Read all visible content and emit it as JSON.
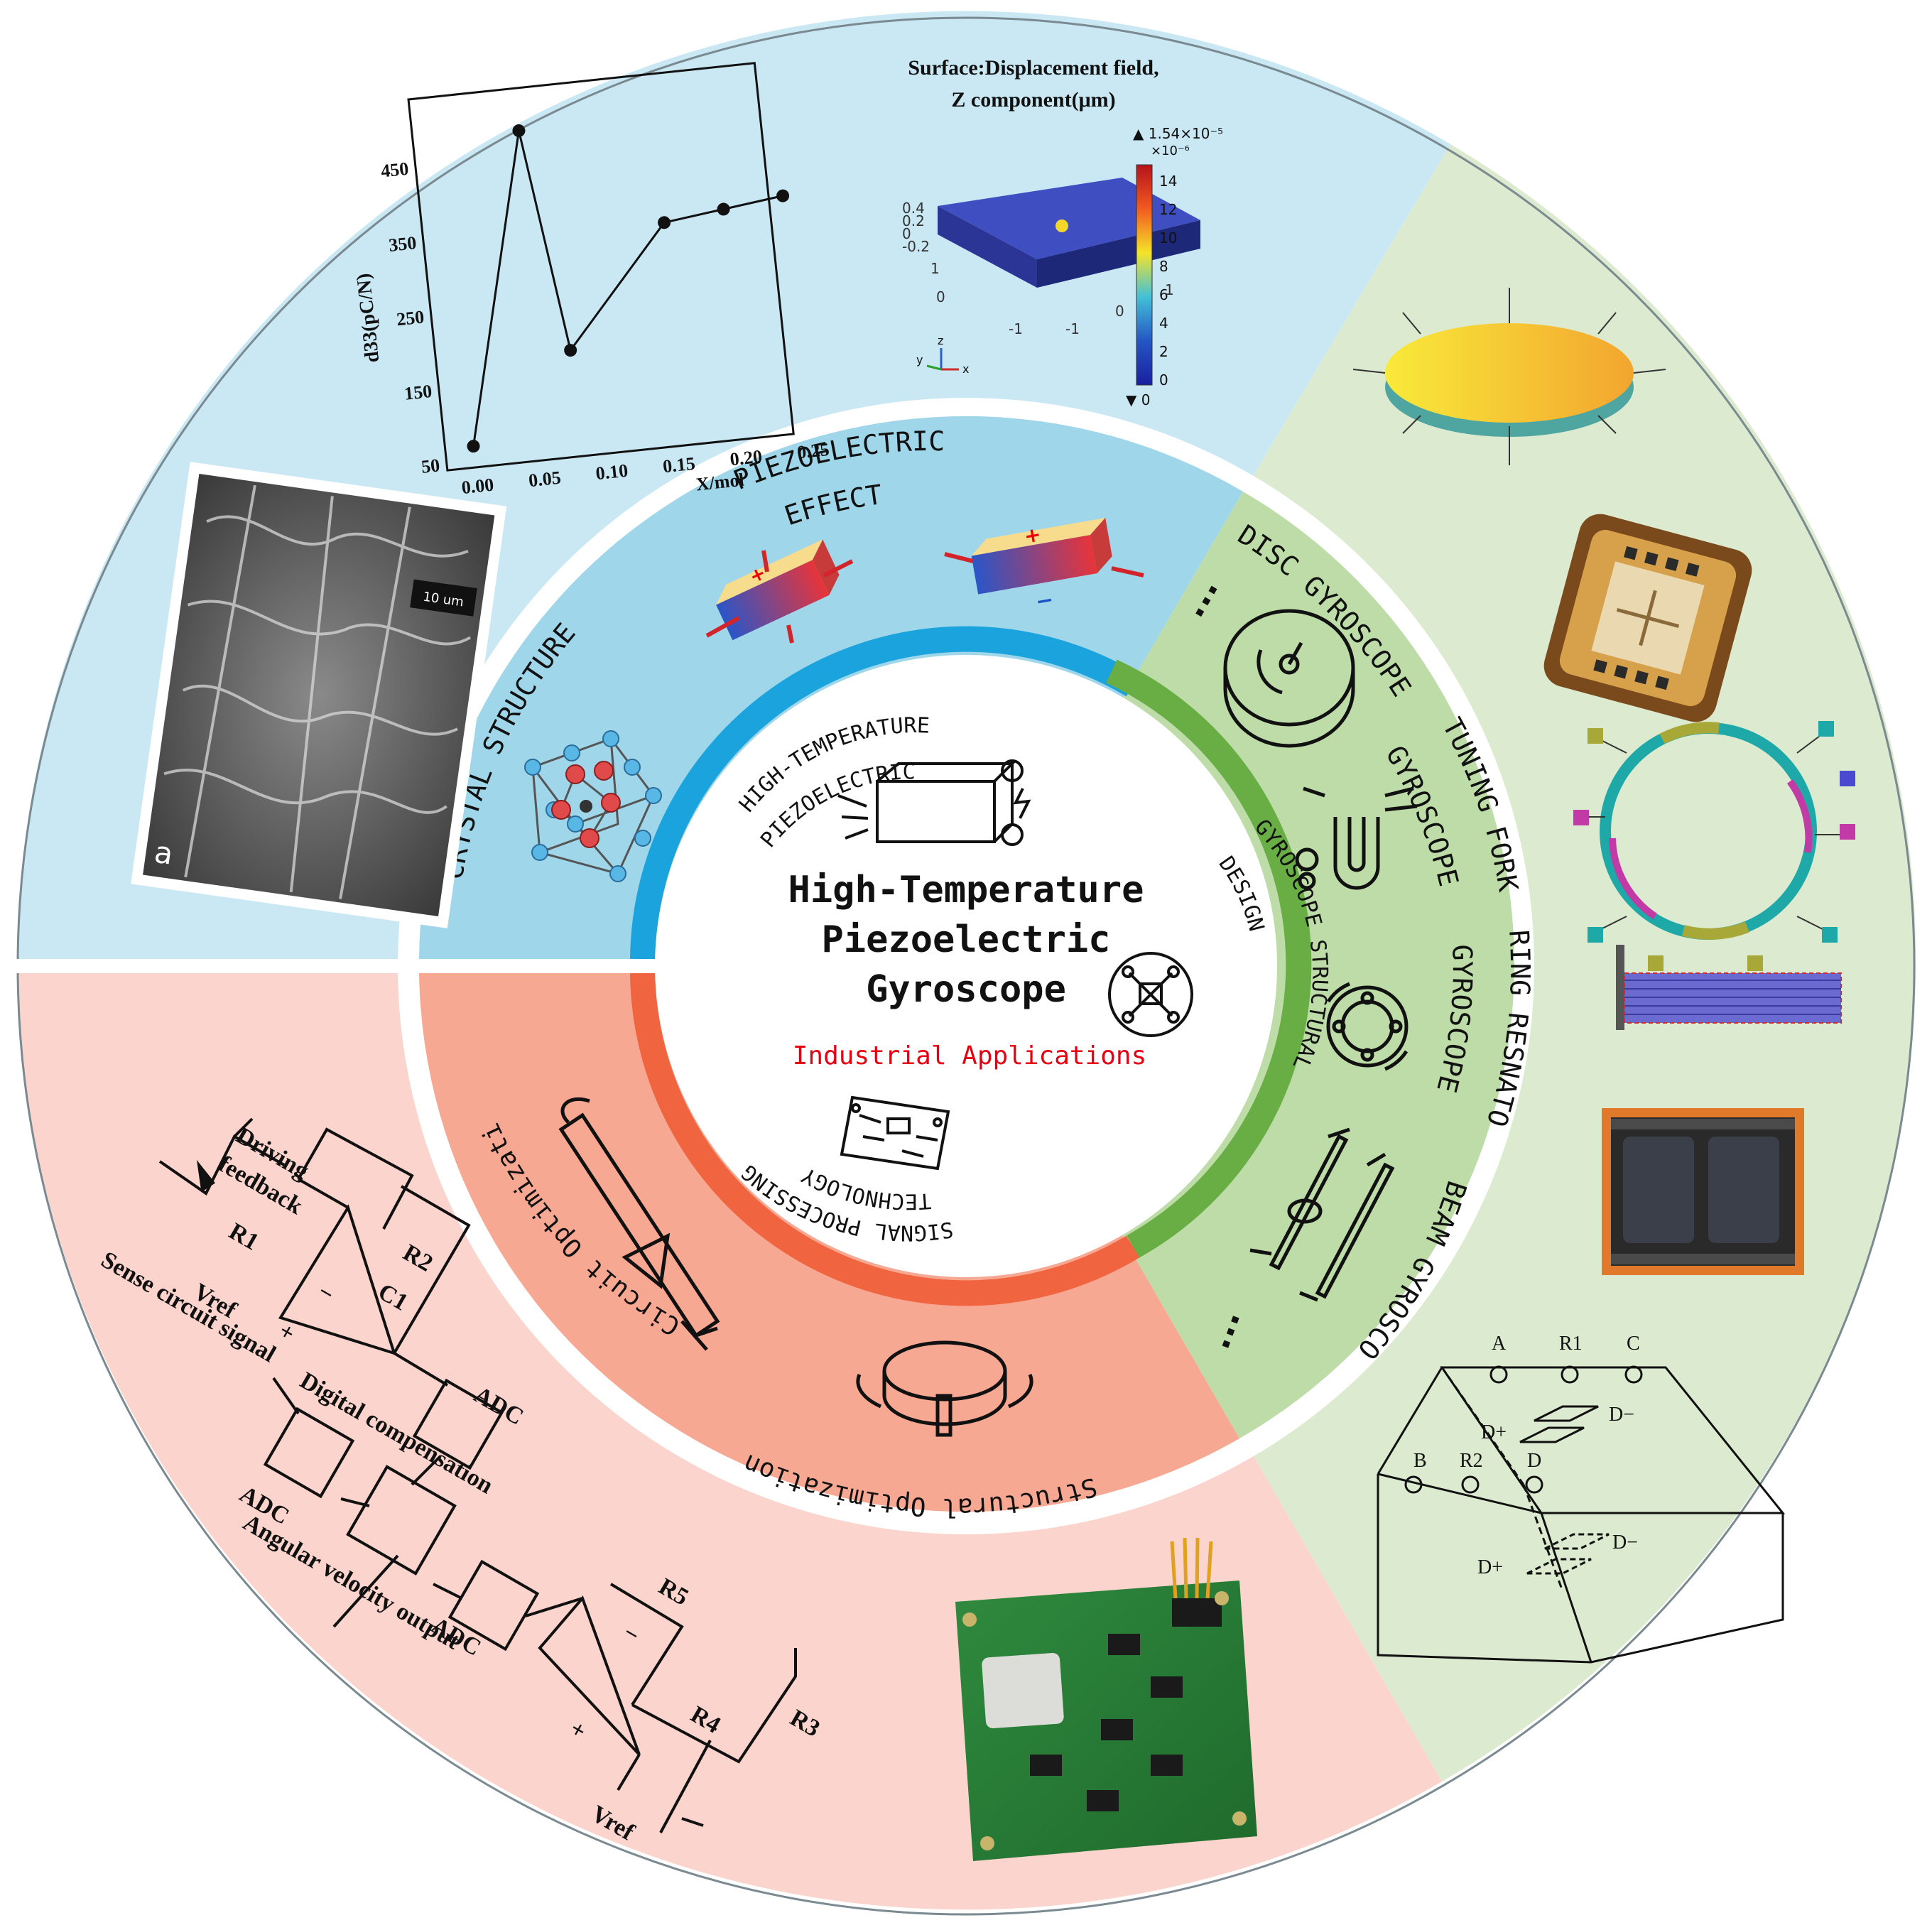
{
  "center": {
    "title_lines": [
      "High-Temperature",
      "Piezoelectric",
      "Gyroscope"
    ],
    "subtitle": "Industrial Applications",
    "subtitle_color": "#e60012"
  },
  "colors": {
    "blue_outer": "#c9e8f4",
    "blue_mid": "#9fd6ea",
    "blue_ring": "#1aa3dc",
    "green_outer": "#dcebcf",
    "green_mid": "#bedca8",
    "green_ring": "#69ad45",
    "red_outer": "#fbd5cd",
    "red_mid": "#f7a892",
    "red_ring": "#f0643f"
  },
  "inner_ring": {
    "high_temp_line1": "HIGH-TEMPERATURE",
    "high_temp_line2": "PIEZOELECTRIC",
    "gyro_line1": "GYROSCOPE STRUCTURAL",
    "gyro_line2": "DESIGN",
    "signal_line1": "SIGNAL PROCESSING",
    "signal_line2": "TECHNOLOGY"
  },
  "middle_ring": {
    "piezo_line1": "PIEZOELECTRIC",
    "piezo_line2": "EFFECT",
    "crystal": "CRYSTAL STRUCTURE",
    "disc": "DISC GYROSCOPE",
    "tuning_line1": "TUNING FORK",
    "tuning_line2": "GYROSCOPE",
    "ring_line1": "RING RESNATOR",
    "ring_line2": "GYROSCOPE",
    "beam": "BEAM GYROSCOPE",
    "ellipsis": "...",
    "circuit_opt": "Circuit Optimization",
    "structural_opt": "Structural Optimization"
  },
  "d33_chart": {
    "ylabel": "d33(pC/N)",
    "xlabel": "X/mol",
    "y_ticks": [
      "50",
      "150",
      "250",
      "350",
      "450"
    ],
    "x_ticks": [
      "0.00",
      "0.05",
      "0.10",
      "0.15",
      "0.20",
      "0.25"
    ]
  },
  "sem": {
    "scale_label": "10 um",
    "panel_label": "a"
  },
  "fem": {
    "title_line1": "Surface:Displacement field,",
    "title_line2": "Z component(μm)",
    "max_label": "▲ 1.54×10⁻⁵",
    "exp_label": "×10⁻⁶",
    "min_label": "▼ 0",
    "colorbar_ticks": [
      "14",
      "12",
      "10",
      "8",
      "6",
      "4",
      "2",
      "0"
    ],
    "z_ticks": [
      "0.4",
      "0.2",
      "0",
      "-0.2"
    ],
    "axis_ticks": [
      "1",
      "0",
      "-1",
      "-1",
      "0",
      "1"
    ],
    "triad": [
      "z",
      "y",
      "x"
    ]
  },
  "circuit": {
    "driving_feedback_line1": "Driving",
    "driving_feedback_line2": "feedback",
    "r1": "R1",
    "r2": "R2",
    "c1": "C1",
    "vref_top": "Vref",
    "adc_top": "ADC",
    "sense": "Sense circuit signal",
    "digital": "Digital compensation",
    "adc_left": "ADC",
    "angular": "Angular velocity output",
    "adc_mid": "ADC",
    "r5": "R5",
    "r4": "R4",
    "r3": "R3",
    "vref_bottom": "Vref",
    "minus": "−",
    "plus": "+"
  },
  "crystal_cut": {
    "A": "A",
    "R1": "R1",
    "C": "C",
    "B": "B",
    "R2": "R2",
    "D": "D",
    "Dminus": "D−",
    "Dplus": "D+"
  },
  "effect": {
    "plus": "+",
    "minus": "−"
  }
}
